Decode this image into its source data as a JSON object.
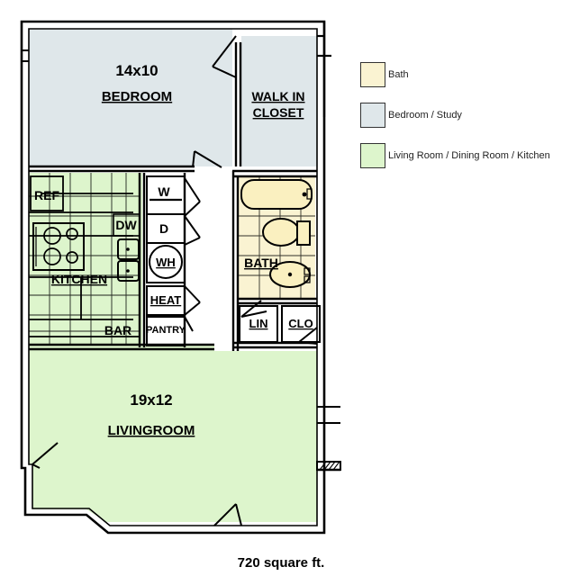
{
  "document": {
    "type": "floor-plan",
    "caption": "720 square ft.",
    "background_color": "#ffffff"
  },
  "colors": {
    "bath": "#faf3d2",
    "bedroom": "#dfe7ea",
    "living": "#ddf5cc",
    "wall": "#000000",
    "fixture_fill": "#faf0c0"
  },
  "legend": {
    "items": [
      {
        "label": "Bath",
        "color": "#faf3d2"
      },
      {
        "label": "Bedroom / Study",
        "color": "#dfe7ea"
      },
      {
        "label": "Living Room / Dining Room / Kitchen",
        "color": "#ddf5cc"
      }
    ]
  },
  "rooms": {
    "bedroom": {
      "dimension": "14x10",
      "name": "BEDROOM",
      "zone": "bedroom"
    },
    "walk_in_closet": {
      "line1": "WALK IN",
      "line2": "CLOSET",
      "zone": "bedroom"
    },
    "kitchen": {
      "name": "KITCHEN",
      "zone": "living"
    },
    "bar": {
      "name": "BAR",
      "zone": "living"
    },
    "bath": {
      "name": "BATH",
      "zone": "bath"
    },
    "livingroom": {
      "dimension": "19x12",
      "name": "LIVINGROOM",
      "zone": "living"
    }
  },
  "appliances": {
    "refrigerator": "REF",
    "dishwasher": "DW",
    "washer": "W",
    "dryer": "D",
    "water_heater": "WH",
    "heater": "HEAT",
    "pantry": "PANTRY"
  },
  "closets": {
    "linen": "LIN",
    "coat": "CLO"
  }
}
